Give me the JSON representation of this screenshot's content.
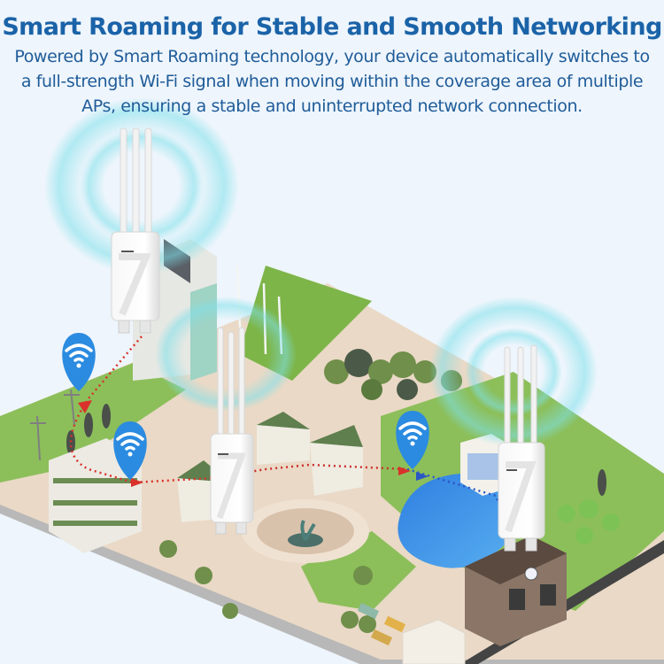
{
  "header": {
    "title": "Smart Roaming for Stable and Smooth Networking",
    "subtitle": "Powered by Smart Roaming technology, your device automatically switches to a full-strength Wi-Fi signal when moving within the coverage area of multiple APs, ensuring a stable and uninterrupted network connection."
  },
  "illustration": {
    "devices": [
      {
        "id": "ap-left",
        "label": "access-point",
        "antennas": 3
      },
      {
        "id": "ap-center",
        "label": "access-point",
        "antennas": 3
      },
      {
        "id": "ap-right",
        "label": "access-point",
        "antennas": 3
      }
    ],
    "wifi_pins": [
      {
        "id": "pin-1",
        "icon": "wifi-icon"
      },
      {
        "id": "pin-2",
        "icon": "wifi-icon"
      },
      {
        "id": "pin-3",
        "icon": "wifi-icon"
      }
    ],
    "route": {
      "style": "dotted",
      "color_start": "#d9322b",
      "color_end": "#2a56c6"
    }
  },
  "colors": {
    "background": "#eef5fc",
    "title": "#1b63a8",
    "subtitle": "#1f5c99",
    "pin": "#2b8be0",
    "grass": "#8cbf5a",
    "path": "#ead9c6",
    "water": "#3d8fe0",
    "signal": "#7ee0ea"
  }
}
